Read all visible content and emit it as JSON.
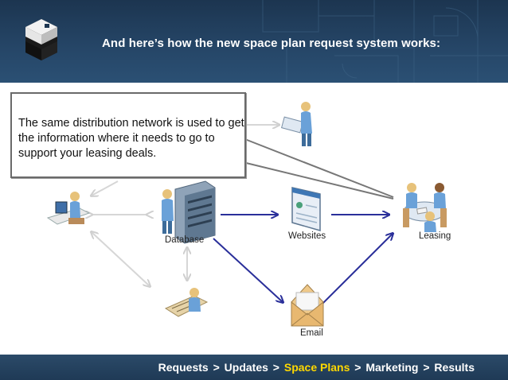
{
  "header": {
    "title": "And here’s how the new space plan request system works:"
  },
  "callout": {
    "text": "The same distribution network is used to get the information where it needs to go to support your leasing deals."
  },
  "nodes": {
    "database": "Database",
    "websites": "Websites",
    "leasing": "Leasing",
    "email": "Email"
  },
  "breadcrumb": {
    "items": [
      "Requests",
      "Updates",
      "Space Plans",
      "Marketing",
      "Results"
    ],
    "separators": [
      " > ",
      " > ",
      " > ",
      " > "
    ],
    "active_index": 2
  },
  "colors": {
    "header_bg": "#254566",
    "active_arrow": "#2a2f9a",
    "inactive_arrow": "#d6d6d6",
    "breadcrumb_active": "#ffd800"
  }
}
